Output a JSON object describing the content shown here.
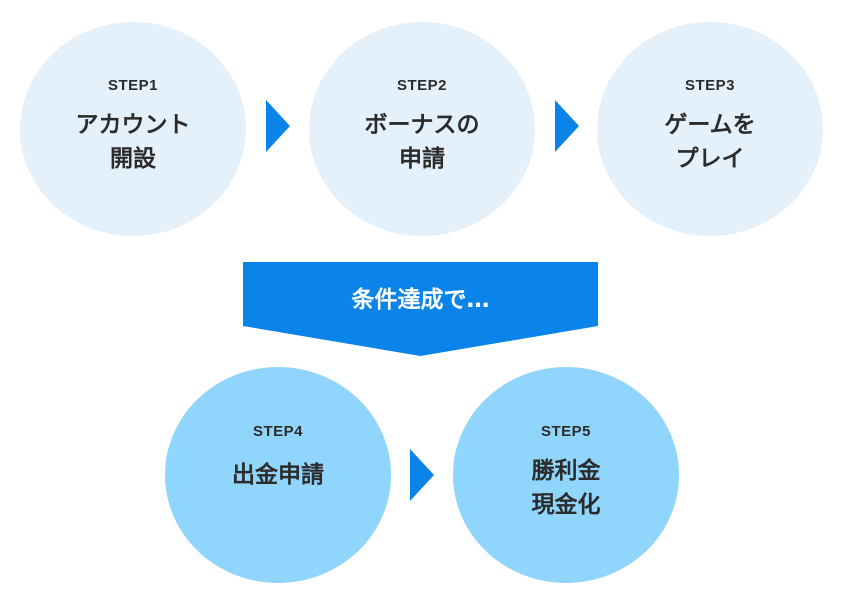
{
  "steps": [
    {
      "label": "STEP1",
      "title_lines": [
        "アカウント",
        "開設"
      ]
    },
    {
      "label": "STEP2",
      "title_lines": [
        "ボーナスの",
        "申請"
      ]
    },
    {
      "label": "STEP3",
      "title_lines": [
        "ゲームを",
        "プレイ"
      ]
    },
    {
      "label": "STEP4",
      "title_lines": [
        "出金申請"
      ]
    },
    {
      "label": "STEP5",
      "title_lines": [
        "勝利金",
        "現金化"
      ]
    }
  ],
  "condition": {
    "text": "条件達成で…"
  },
  "colors": {
    "circle_light": "#e4f1fb",
    "circle_mid": "#90d5fb",
    "accent_blue": "#0a84e8",
    "text_dark": "#2b2b2b"
  }
}
